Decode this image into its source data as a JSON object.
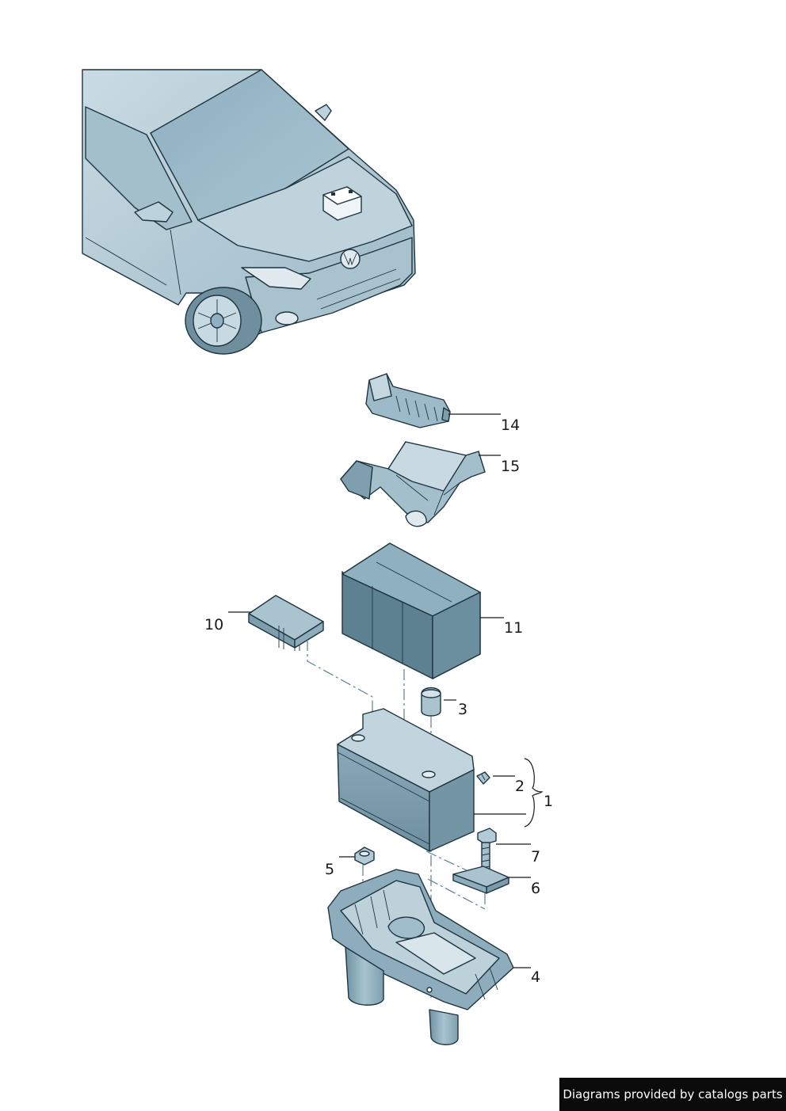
{
  "callouts": {
    "c1": "1",
    "c2": "2",
    "c3": "3",
    "c4": "4",
    "c5": "5",
    "c6": "6",
    "c7": "7",
    "c10": "10",
    "c11": "11",
    "c14": "14",
    "c15": "15"
  },
  "footer": {
    "text": "Diagrams provided by catalogs parts"
  },
  "colors": {
    "part_fill": "#97b6c5",
    "part_light": "#bcd2dc",
    "part_dark": "#6d8f9f",
    "outline": "#1e3540",
    "footer_bg": "#0b0b0b"
  }
}
